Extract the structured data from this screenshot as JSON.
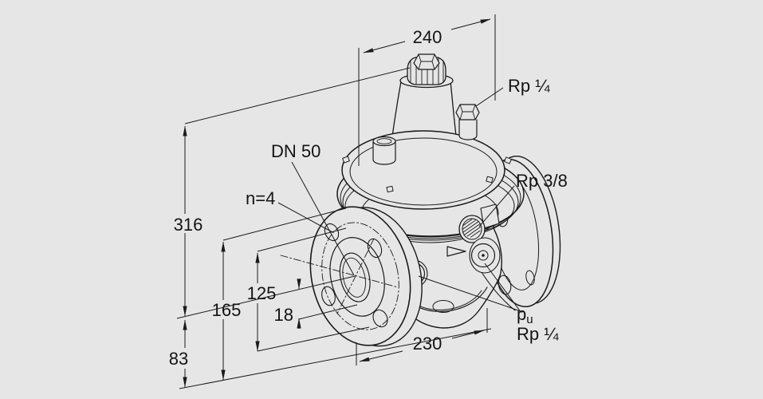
{
  "canvas": {
    "background_color": "#e6e6e6",
    "line_color": "#1a1a1a",
    "text_color": "#141414"
  },
  "labels": {
    "top_connection": "Rp ¼",
    "side_connection": "Rp 3/8",
    "nominal_size": "DN 50",
    "bolt_count": "n=4",
    "pressure_symbol": "p",
    "pressure_subscript": "u",
    "impulse_connection": "Rp ¼"
  },
  "dimensions": {
    "overall_width": "240",
    "overall_height": "316",
    "flange_outer_diameter": "165",
    "bolt_circle_diameter": "125",
    "bolt_hole_diameter": "18",
    "axis_to_base_height": "83",
    "face_to_face_length": "230"
  }
}
